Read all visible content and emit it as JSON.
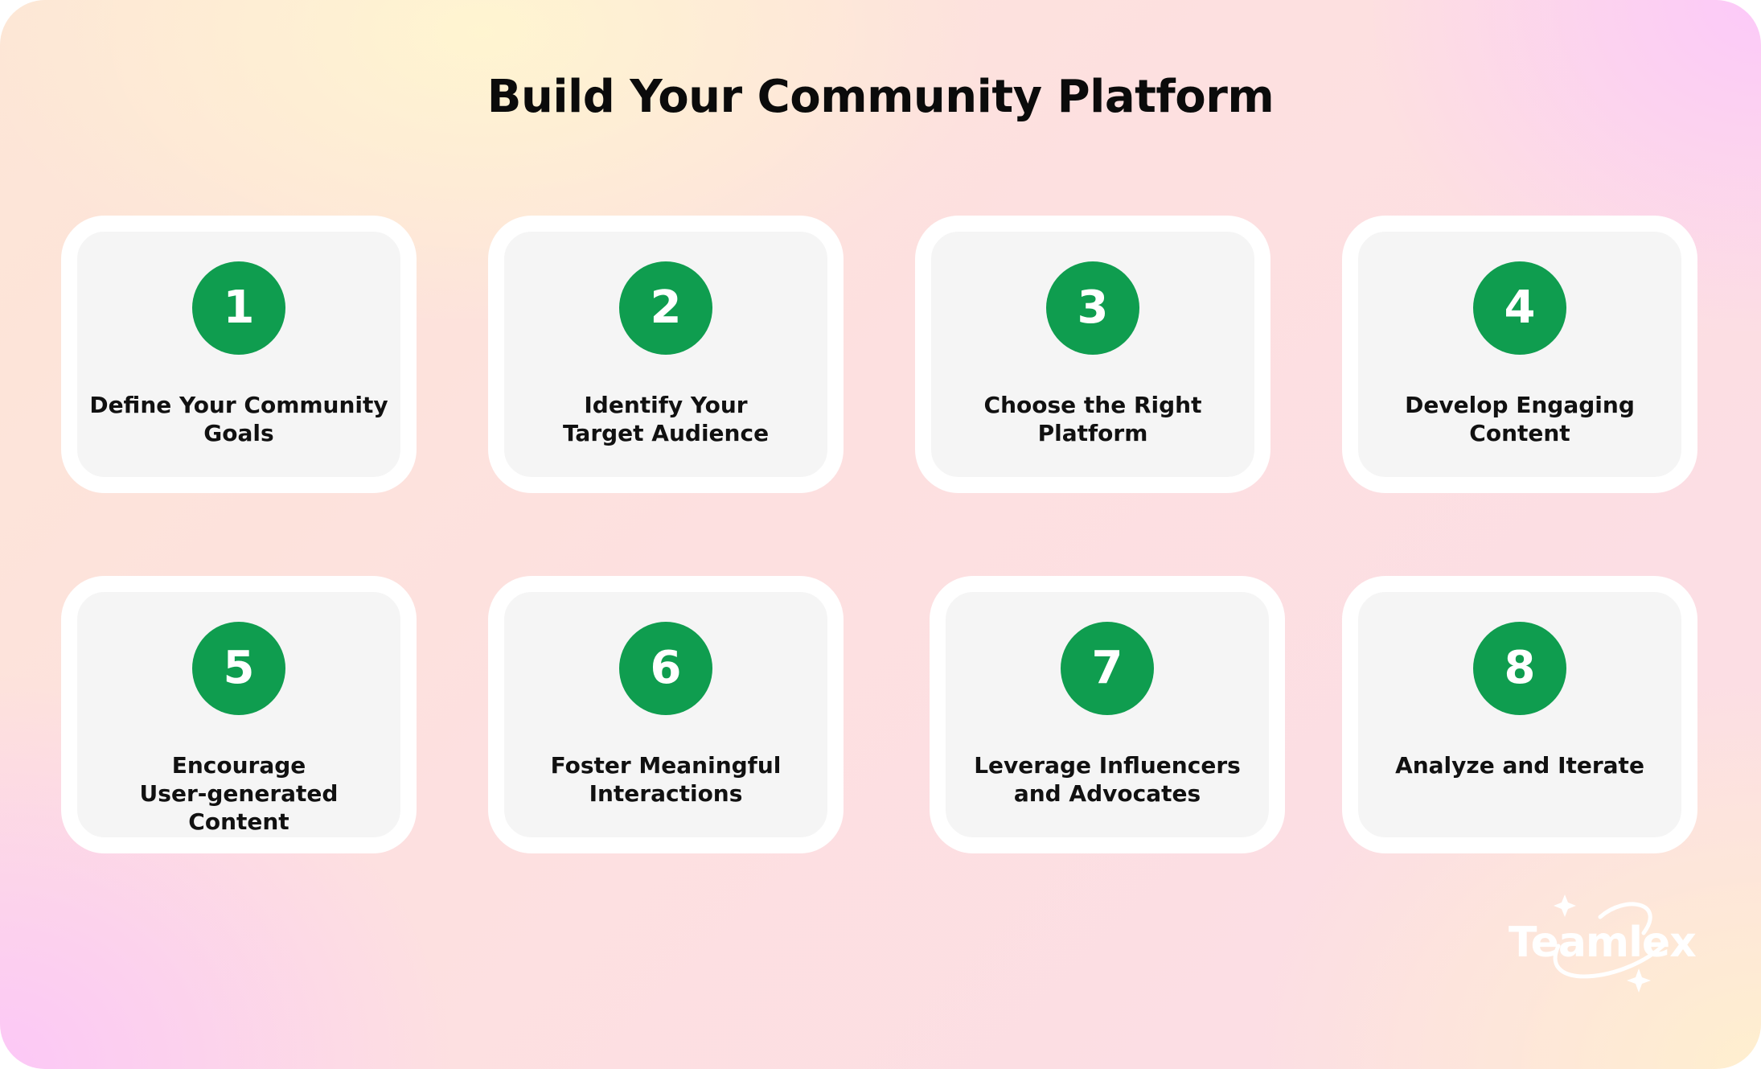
{
  "title": "Build Your Community Platform",
  "steps": [
    {
      "number": "1",
      "lines": [
        "Define Your Community",
        "Goals"
      ]
    },
    {
      "number": "2",
      "lines": [
        "Identify Your",
        "Target Audience"
      ]
    },
    {
      "number": "3",
      "lines": [
        "Choose the Right",
        "Platform"
      ]
    },
    {
      "number": "4",
      "lines": [
        "Develop Engaging",
        "Content"
      ]
    },
    {
      "number": "5",
      "lines": [
        "Encourage",
        "User-generated Content"
      ]
    },
    {
      "number": "6",
      "lines": [
        "Foster Meaningful",
        "Interactions"
      ]
    },
    {
      "number": "7",
      "lines": [
        "Leverage Influencers",
        "and Advocates"
      ]
    },
    {
      "number": "8",
      "lines": [
        "Analyze and Iterate"
      ]
    }
  ],
  "logo": {
    "text": "Teamlex"
  },
  "colors": {
    "badge": "#0f9d4f",
    "card": "#f5f5f5",
    "card_border": "#ffffff",
    "title": "#0b0b0b"
  }
}
